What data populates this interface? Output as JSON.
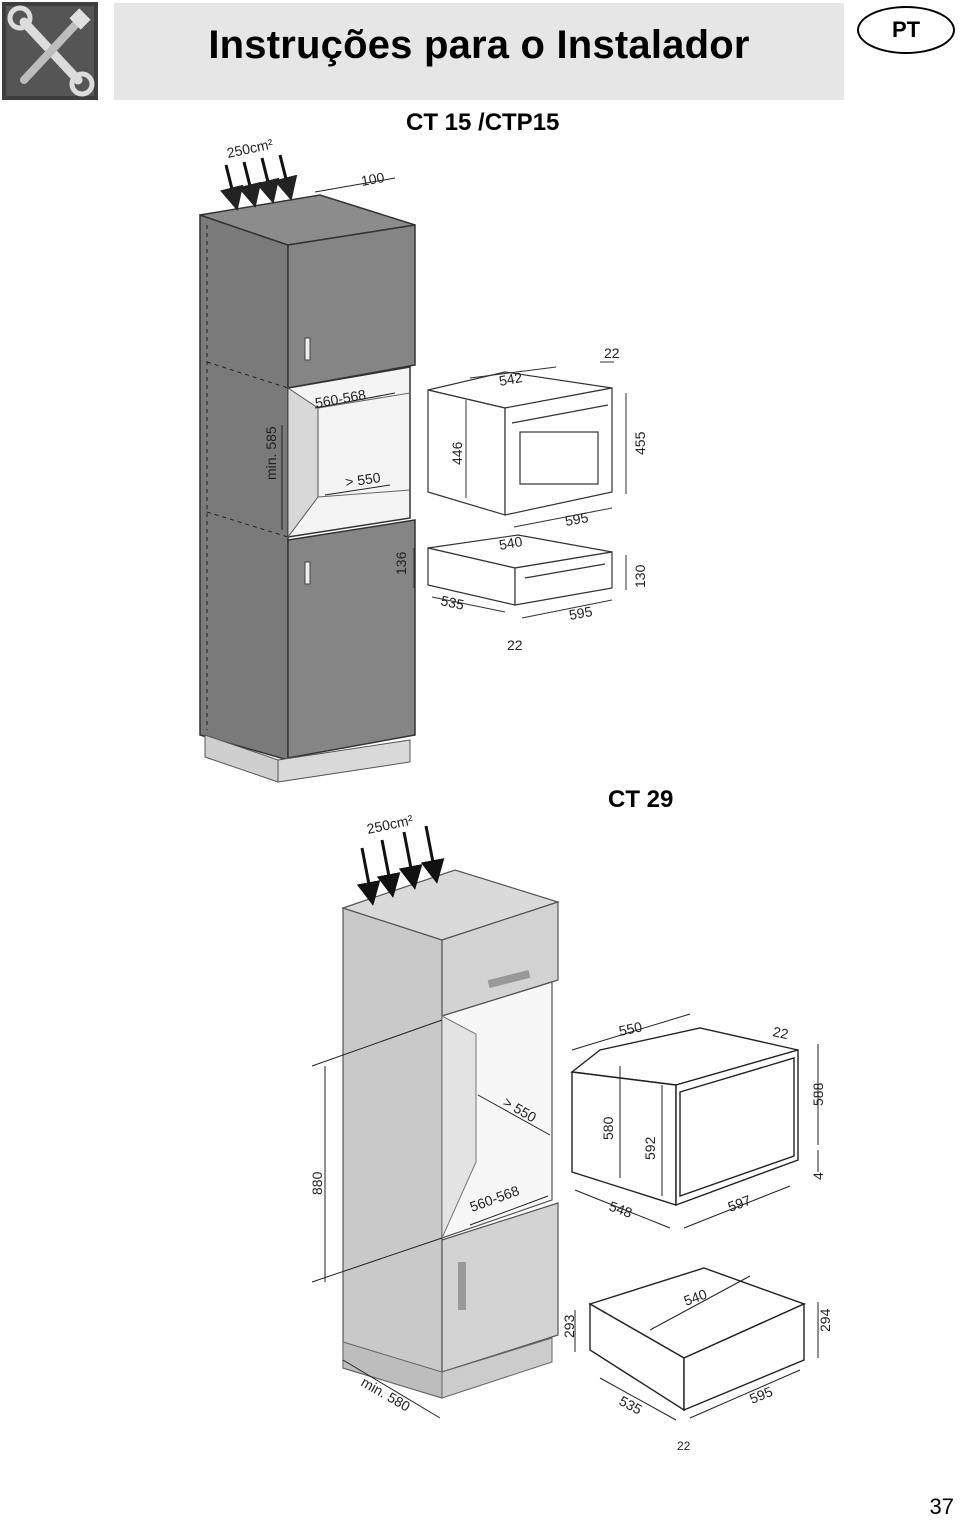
{
  "header": {
    "title": "Instruções para o Instalador",
    "language_badge": "PT"
  },
  "sections": [
    {
      "model": "CT 15 /CTP15",
      "dimensions": {
        "vent_area": "250cm²",
        "vent_depth": "100",
        "niche_width": "560-568",
        "niche_height_min": "min. 585",
        "niche_depth": "> 550",
        "oven_depth": "542",
        "oven_height": "446",
        "oven_front_thickness": "22",
        "oven_front_height": "455",
        "oven_front_width": "595",
        "drawer_depth": "540",
        "drawer_height": "136",
        "drawer_body_depth": "535",
        "drawer_front_height": "130",
        "drawer_front_width": "595",
        "drawer_front_thickness": "22"
      }
    },
    {
      "model": "CT 29",
      "dimensions": {
        "vent_area": "250cm²",
        "niche_height": "880",
        "niche_depth": "> 550",
        "niche_width": "560-568",
        "cabinet_depth_min": "min. 580",
        "oven_depth": "550",
        "oven_front_thickness": "22",
        "oven_body_height": "580",
        "oven_height": "592",
        "oven_front_height": "588",
        "oven_gap": "4",
        "oven_body_width": "548",
        "oven_front_width": "597",
        "drawer_depth": "540",
        "drawer_height": "293",
        "drawer_front_height": "294",
        "drawer_body_depth": "535",
        "drawer_front_width": "595",
        "drawer_front_thickness": "22"
      }
    }
  ],
  "page_number": "37"
}
